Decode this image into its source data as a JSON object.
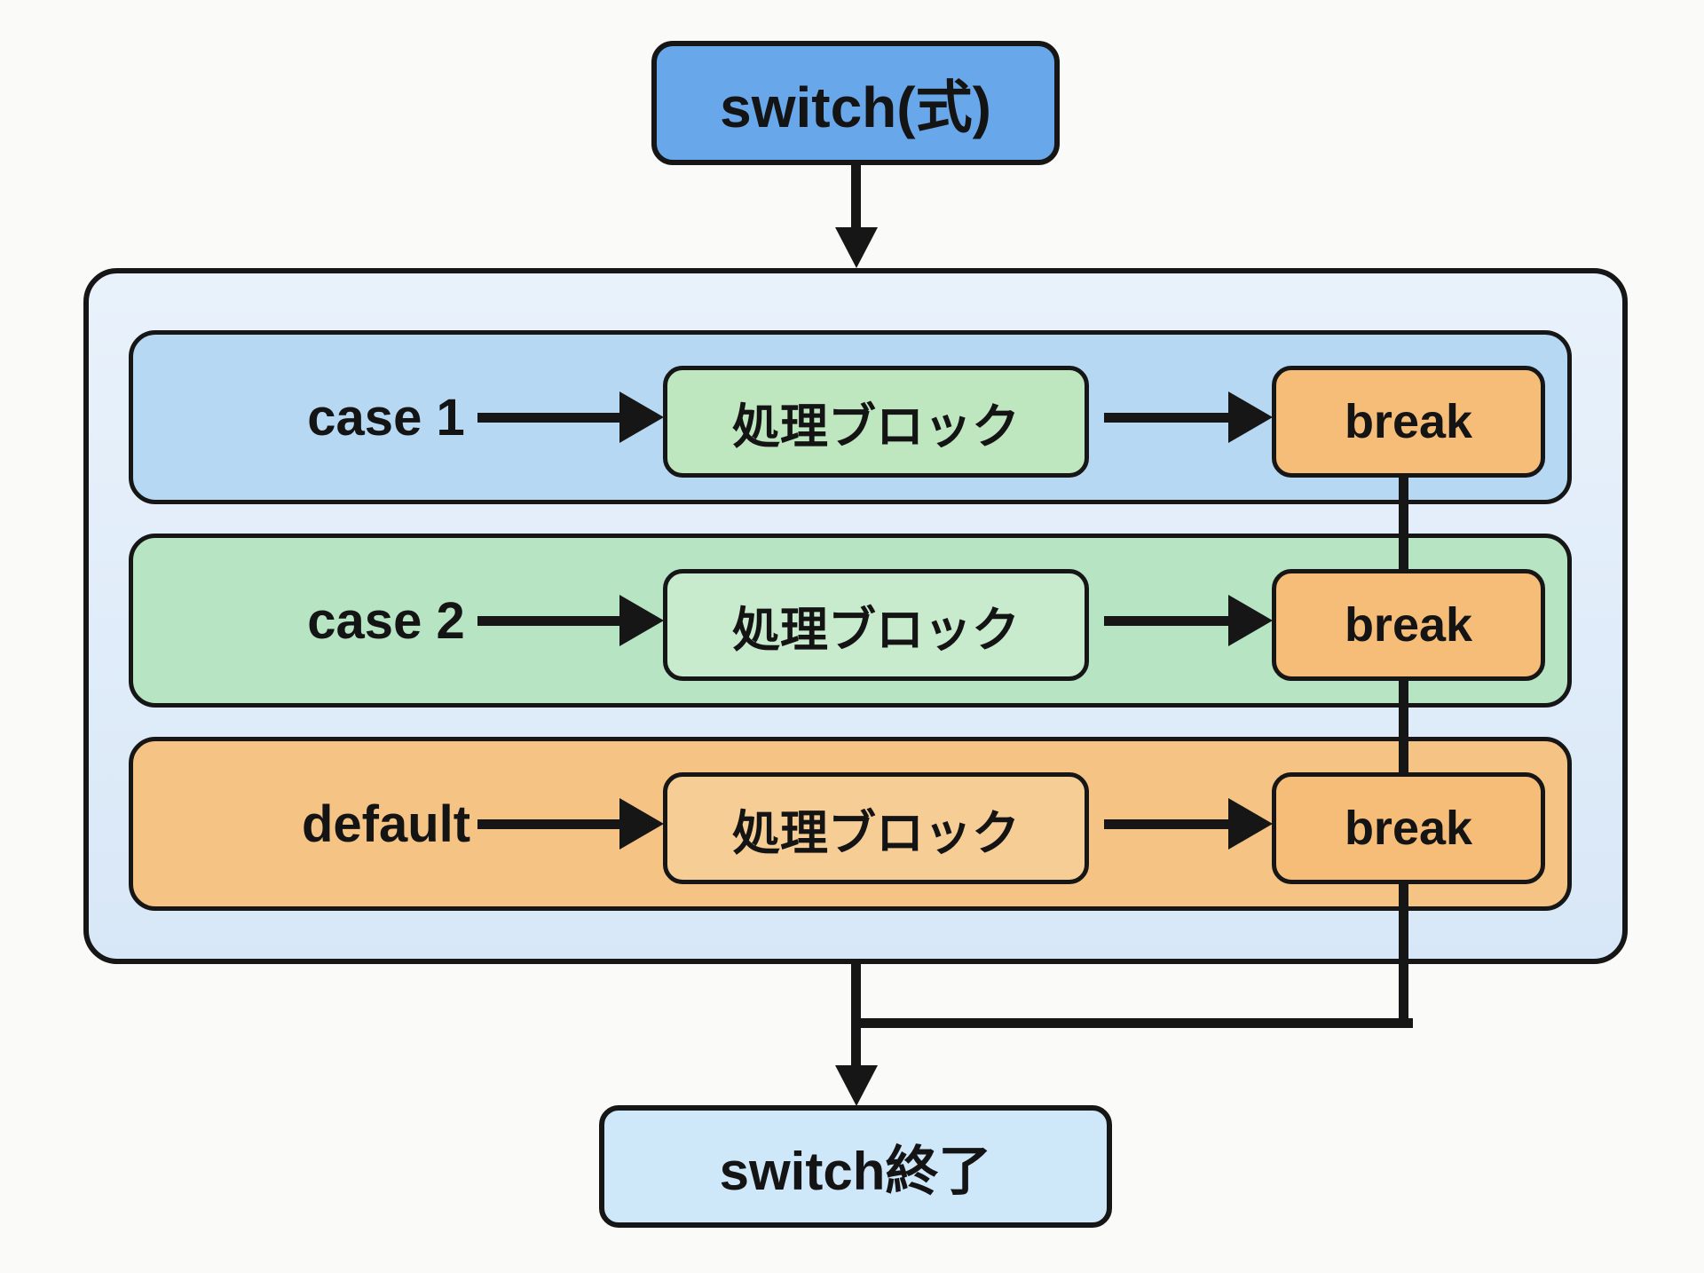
{
  "diagram": {
    "start": {
      "label": "switch(式)",
      "fill": "#68A7E9"
    },
    "body": {
      "fill_top": "#E9F2FB",
      "fill_bottom": "#D8E7F7",
      "rows": [
        {
          "label": "case 1",
          "fill": "#B7D8F3",
          "process_label": "処理ブロック",
          "process_fill": "#BEE7C0",
          "break_label": "break",
          "break_fill": "#F5BD78"
        },
        {
          "label": "case 2",
          "fill": "#B7E4C3",
          "process_label": "処理ブロック",
          "process_fill": "#C8EBCD",
          "break_label": "break",
          "break_fill": "#F5BD78"
        },
        {
          "label": "default",
          "fill": "#F5C384",
          "process_label": "処理ブロック",
          "process_fill": "#F7CD96",
          "break_label": "break",
          "break_fill": "#F5BD78"
        }
      ]
    },
    "end": {
      "label": "switch終了",
      "fill": "#CEE7F9"
    },
    "line_color": "#161616"
  }
}
